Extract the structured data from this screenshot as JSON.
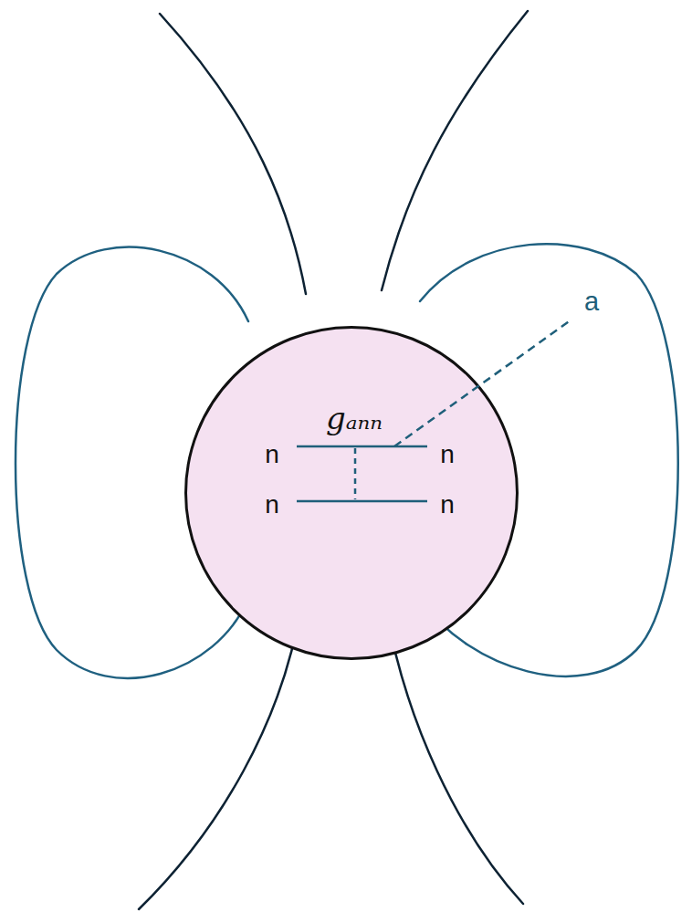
{
  "diagram": {
    "nodes": [
      {
        "text": [
          "gₐₙₙ",
          "n",
          "n",
          "n",
          "n"
        ]
      }
    ],
    "labels": [
      "a"
    ]
  }
}
